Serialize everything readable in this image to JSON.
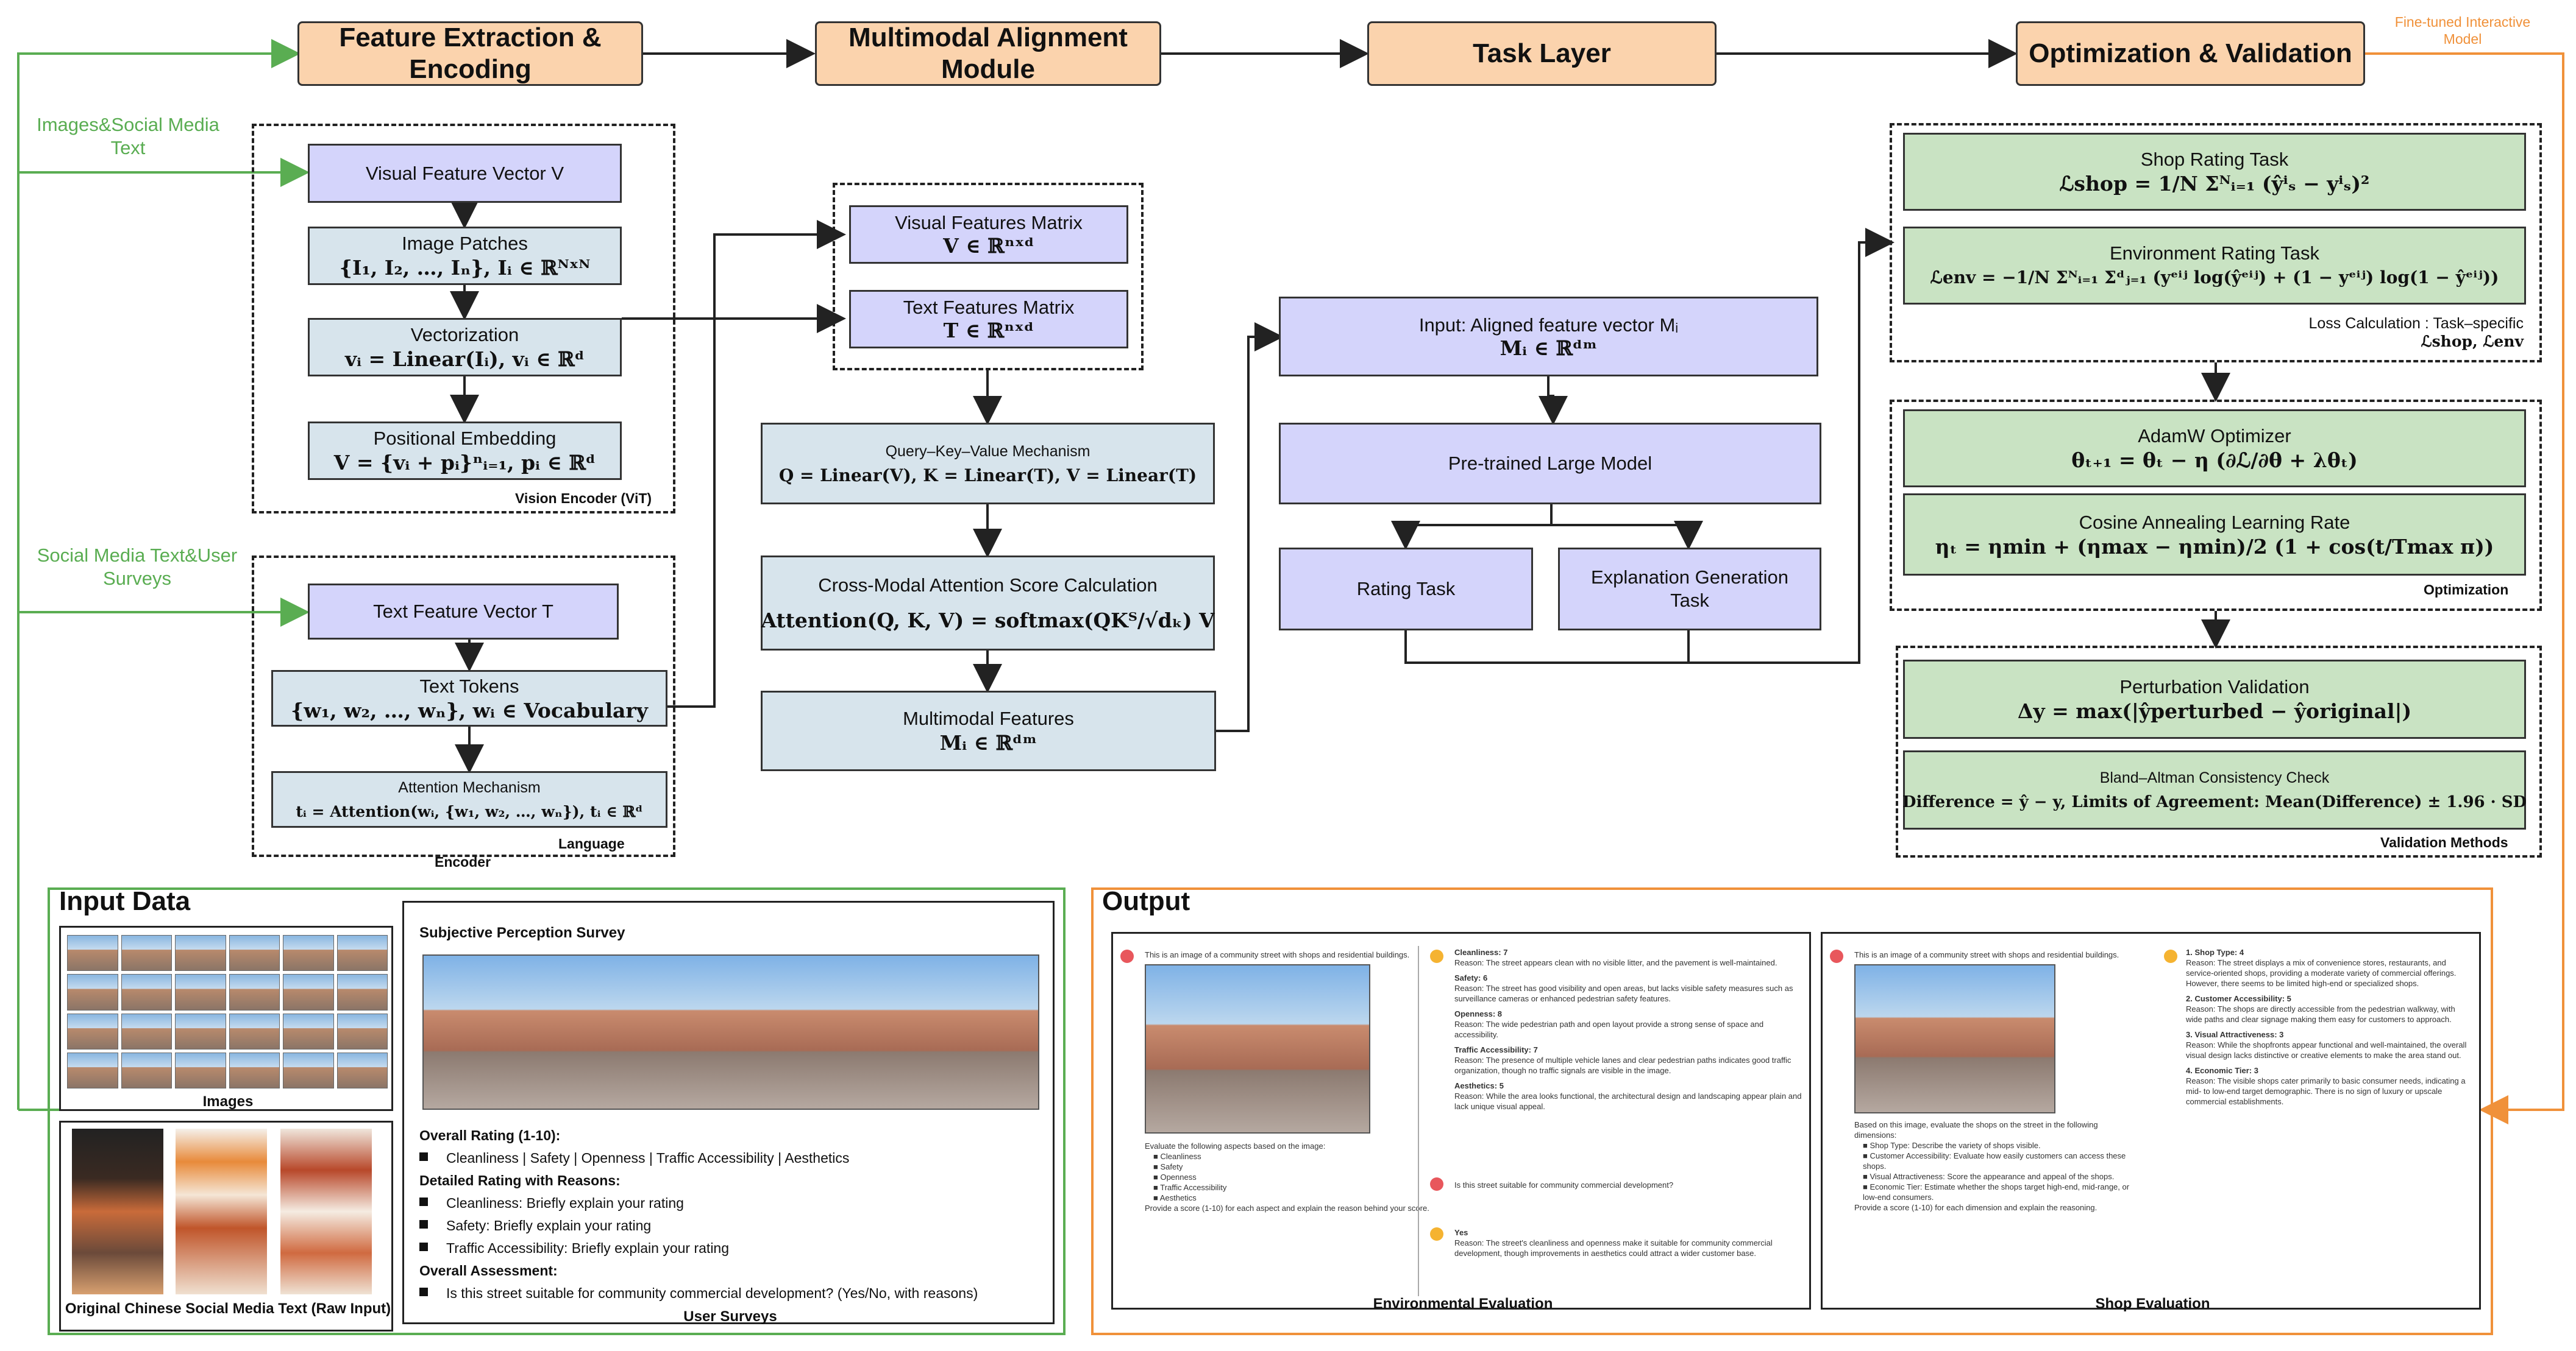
{
  "colors": {
    "header_fill": "#fbd3ad",
    "encoder_fill": "#d4d4fb",
    "process_fill": "#d7e4ec",
    "optim_fill": "#c9e3c3",
    "input_accent": "#5aad52",
    "output_accent": "#f0913a"
  },
  "pipeline": {
    "feature": "Feature Extraction & Encoding",
    "align": "Multimodal Alignment Module",
    "task": "Task Layer",
    "optim": "Optimization & Validation",
    "finetuned": "Fine-tuned Interactive Model"
  },
  "inputs": {
    "images_label": "Images&Social Media Text",
    "social_label": "Social Media Text&User Surveys"
  },
  "vision": {
    "visual_vector": "Visual Feature Vector V",
    "patches_title": "Image Patches",
    "patches_eq": "{I₁, I₂, …, Iₙ},   Iᵢ ∈ ℝᴺˣᴺ",
    "vector_title": "Vectorization",
    "vector_eq": "vᵢ = Linear(Iᵢ),   vᵢ ∈ ℝᵈ",
    "pos_title": "Positional Embedding",
    "pos_eq": "V = {vᵢ + pᵢ}ⁿᵢ₌₁,   pᵢ ∈ ℝᵈ",
    "caption": "Vision Encoder (ViT)"
  },
  "language": {
    "text_vector": "Text Feature Vector T",
    "tokens_title": "Text Tokens",
    "tokens_eq": "{w₁, w₂, …, wₙ},   wᵢ ∈ Vocabulary",
    "attn_title": "Attention Mechanism",
    "attn_eq": "tᵢ = Attention(wᵢ, {w₁, w₂, …, wₙ}),   tᵢ ∈ ℝᵈ",
    "caption": "Language",
    "encoder": "Encoder"
  },
  "alignment": {
    "vis_matrix_title": "Visual Features Matrix",
    "vis_matrix_eq": "V ∈ ℝⁿˣᵈ",
    "txt_matrix_title": "Text Features Matrix",
    "txt_matrix_eq": "T ∈ ℝⁿˣᵈ",
    "qkv_title": "Query–Key–Value Mechanism",
    "qkv_eq": "Q = Linear(V),   K = Linear(T),   V = Linear(T)",
    "cross_title": "Cross-Modal Attention Score Calculation",
    "cross_eq": "Attention(Q, K, V) = softmax(QKᵀ/√dₖ) V",
    "mm_title": "Multimodal Features",
    "mm_eq": "Mᵢ ∈ ℝᵈᵐ"
  },
  "task": {
    "input_title": "Input: Aligned feature vector Mᵢ",
    "input_eq": "Mᵢ ∈ ℝᵈᵐ",
    "model": "Pre-trained Large Model",
    "rating": "Rating Task",
    "explain": "Explanation Generation Task"
  },
  "optim": {
    "shop_title": "Shop Rating Task",
    "shop_eq": "ℒshop = 1/N Σᴺᵢ₌₁ (ŷⁱₛ − yⁱₛ)²",
    "env_title": "Environment Rating Task",
    "env_eq": "ℒenv = −1/N Σᴺᵢ₌₁ Σᵈⱼ₌₁ (yᵉⁱʲ log(ŷᵉⁱʲ) + (1 − yᵉⁱʲ) log(1 − ŷᵉⁱʲ))",
    "loss_caption": "Loss Calculation : Task–specific",
    "loss_caption2": "ℒshop, ℒenv",
    "adamw_title": "AdamW Optimizer",
    "adamw_eq": "θₜ₊₁ = θₜ − η (∂ℒ/∂θ + λθₜ)",
    "cosine_title": "Cosine Annealing Learning Rate",
    "cosine_eq": "ηₜ = ηmin + (ηmax − ηmin)/2 (1 + cos(t/Tmax π))",
    "opt_caption": "Optimization",
    "perturb_title": "Perturbation Validation",
    "perturb_eq": "Δy = max(|ŷperturbed − ŷoriginal|)",
    "bland_title": "Bland–Altman Consistency Check",
    "bland_eq": "Difference = ŷ − y,   Limits of Agreement: Mean(Difference) ± 1.96 · SD",
    "val_caption": "Validation Methods"
  },
  "input_data": {
    "title": "Input Data",
    "images_caption": "Images",
    "social_caption": "Original Chinese Social Media Text (Raw Input)",
    "survey_title": "Subjective Perception Survey",
    "overall_rating": "Overall Rating (1-10):",
    "rating_items": "Cleanliness | Safety | Openness | Traffic Accessibility | Aesthetics",
    "detailed": "Detailed Rating with Reasons:",
    "detail_items": [
      "Cleanliness: Briefly explain your rating",
      "Safety: Briefly explain your rating",
      "Traffic Accessibility: Briefly explain your rating"
    ],
    "overall_assess": "Overall Assessment:",
    "assess_item": "Is this street suitable for community commercial development? (Yes/No, with reasons)",
    "surveys_caption": "User Surveys"
  },
  "output": {
    "title": "Output",
    "env_caption": "Environmental Evaluation",
    "shop_caption": "Shop Evaluation",
    "env": {
      "prompt": "This is an image of a community street with shops and residential buildings.",
      "instruction": "Evaluate the following aspects based on the image:",
      "aspects": [
        "Cleanliness",
        "Safety",
        "Openness",
        "Traffic Accessibility",
        "Aesthetics"
      ],
      "score_note": "Provide a score (1-10) for each aspect and explain the reason behind your score.",
      "answers": [
        {
          "h": "Cleanliness: 7",
          "t": "Reason: The street appears clean with no visible litter, and the pavement is     well-maintained."
        },
        {
          "h": "Safety: 6",
          "t": "Reason: The street has good visibility and open areas, but lacks visible safety measures such as surveillance cameras or enhanced pedestrian safety features."
        },
        {
          "h": "Openness: 8",
          "t": "Reason: The wide pedestrian path and open layout provide a strong sense of space and accessibility."
        },
        {
          "h": "Traffic Accessibility: 7",
          "t": "Reason: The presence of multiple vehicle lanes and clear pedestrian paths indicates good traffic organization, though no traffic signals are visible in the image."
        },
        {
          "h": "Aesthetics: 5",
          "t": "Reason: While the area looks functional, the architectural design and landscaping appear plain and lack unique visual appeal."
        }
      ],
      "question": "Is this street suitable for community commercial development?",
      "yes": "Yes",
      "yes_reason": "Reason: The street's cleanliness and openness make it suitable for community commercial development, though improvements in aesthetics could attract a wider customer base."
    },
    "shop": {
      "prompt": "This is an image of a community street with shops and residential buildings.",
      "instruction": "Based on this image, evaluate the shops on the street in the following dimensions:",
      "dims": [
        "Shop Type: Describe the variety of shops visible.",
        "Customer Accessibility: Evaluate how easily customers can access these shops.",
        "Visual Attractiveness: Score the appearance and appeal of the shops.",
        "Economic Tier: Estimate whether the shops target high-end, mid-range, or low-end consumers."
      ],
      "score_note": "Provide a score (1-10) for each dimension and explain the reasoning.",
      "answers": [
        {
          "h": "1. Shop Type: 4",
          "t": "Reason: The street displays a mix of convenience stores, restaurants, and service-oriented shops, providing a moderate variety of commercial offerings. However, there seems to be limited high-end or specialized shops."
        },
        {
          "h": "2. Customer Accessibility: 5",
          "t": "Reason: The shops are directly accessible from the pedestrian walkway, with wide paths and clear signage making them easy for customers to approach."
        },
        {
          "h": "3. Visual Attractiveness: 3",
          "t": "Reason: While the shopfronts appear functional and well-maintained, the overall visual design lacks distinctive or creative elements to make the area stand out."
        },
        {
          "h": "4. Economic Tier: 3",
          "t": "Reason: The visible shops cater primarily to basic consumer needs, indicating a mid- to low-end target demographic. There is no sign of luxury or upscale commercial establishments."
        }
      ]
    }
  }
}
